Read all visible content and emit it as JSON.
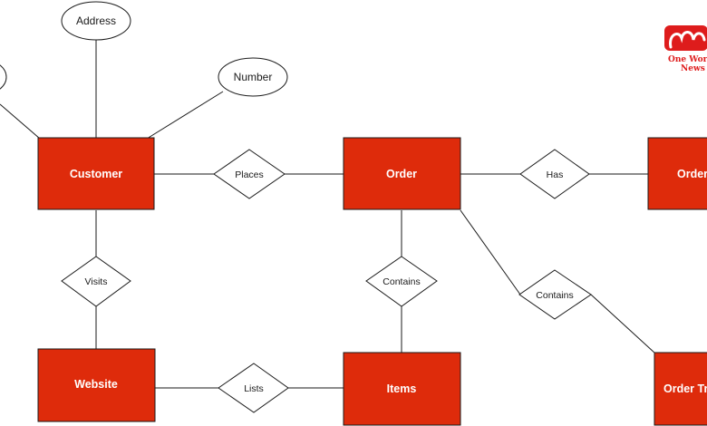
{
  "diagram": {
    "entities": {
      "customer": "Customer",
      "order": "Order",
      "order_right": "Order",
      "website": "Website",
      "items": "Items",
      "order_tracking": "Order Tra"
    },
    "relationships": {
      "places": "Places",
      "has": "Has",
      "visits": "Visits",
      "contains_items": "Contains",
      "contains_tracking": "Contains",
      "lists": "Lists"
    },
    "attributes": {
      "address": "Address",
      "number": "Number"
    }
  },
  "watermark": {
    "line1": "One World",
    "line2": "News"
  },
  "colors": {
    "entity_fill": "#de2b0b",
    "logo": "#de1c1c"
  }
}
